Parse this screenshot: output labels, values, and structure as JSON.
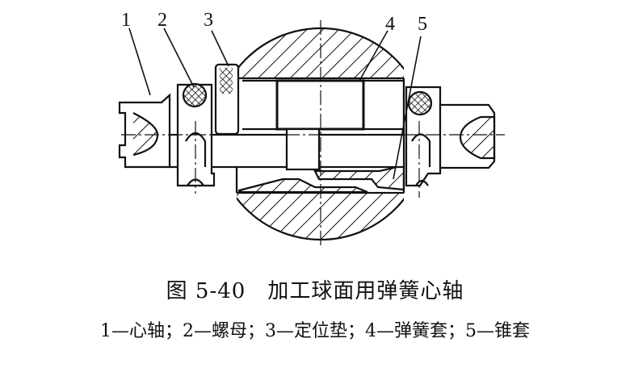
{
  "figure": {
    "labels": [
      "1",
      "2",
      "3",
      "4",
      "5"
    ],
    "caption_title": "图 5-40　加工球面用弹簧心轴",
    "caption_legend": "1—心轴；2—螺母；3—定位垫；4—弹簧套；5—锥套"
  }
}
